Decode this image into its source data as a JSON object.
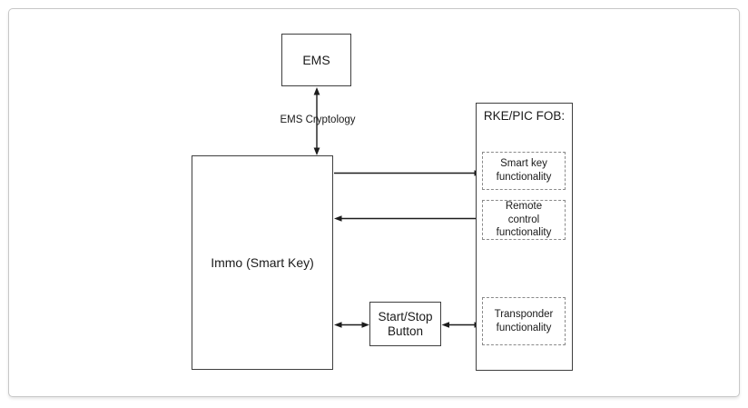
{
  "diagram": {
    "nodes": {
      "ems": {
        "label": "EMS"
      },
      "immo": {
        "label": "Immo (Smart Key)"
      },
      "start_stop": {
        "label": "Start/Stop\nButton"
      },
      "rke_fob": {
        "title": "RKE/PIC FOB:"
      },
      "smart_key": {
        "label": "Smart key\nfunctionality"
      },
      "remote_control": {
        "label": "Remote\ncontrol\nfunctionality"
      },
      "transponder": {
        "label": "Transponder\nfunctionality"
      }
    },
    "edge_labels": {
      "ems_cryptology": "EMS Cryptology"
    },
    "connections": [
      {
        "from": "EMS",
        "to": "Immo (Smart Key)",
        "direction": "bidirectional",
        "label": "EMS Cryptology"
      },
      {
        "from": "Immo (Smart Key)",
        "to": "Smart key functionality",
        "direction": "one-way"
      },
      {
        "from": "Remote control functionality",
        "to": "Immo (Smart Key)",
        "direction": "one-way"
      },
      {
        "from": "Immo (Smart Key)",
        "to": "Start/Stop Button",
        "direction": "bidirectional"
      },
      {
        "from": "Start/Stop Button",
        "to": "Transponder functionality",
        "direction": "bidirectional"
      }
    ],
    "colors": {
      "line": "#1c1c1c",
      "box_border": "#3f3f3f",
      "dashed_border": "#8a8a8a",
      "frame_border": "#c7c7c7",
      "background": "#ffffff",
      "text": "#1a1a1a"
    }
  }
}
